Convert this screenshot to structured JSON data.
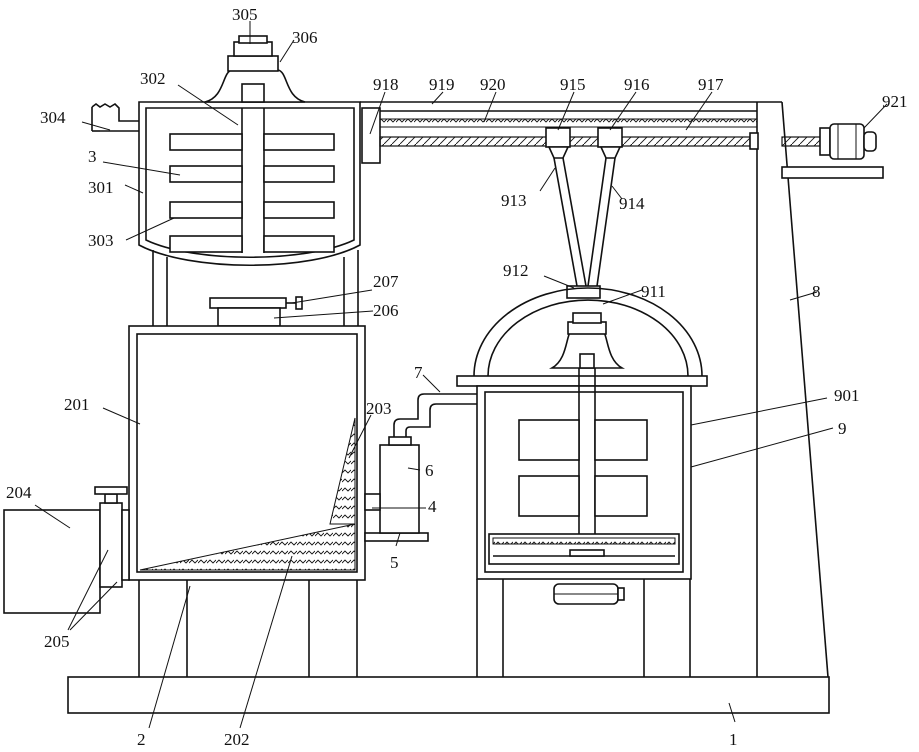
{
  "labels": {
    "l1": "1",
    "l2": "2",
    "l3": "3",
    "l4": "4",
    "l5": "5",
    "l6": "6",
    "l7": "7",
    "l8": "8",
    "l9": "9",
    "l201": "201",
    "l202": "202",
    "l203": "203",
    "l204": "204",
    "l205": "205",
    "l206": "206",
    "l207": "207",
    "l301": "301",
    "l302": "302",
    "l303": "303",
    "l304": "304",
    "l305": "305",
    "l306": "306",
    "l901": "901",
    "l911": "911",
    "l912": "912",
    "l913": "913",
    "l914": "914",
    "l915": "915",
    "l916": "916",
    "l917": "917",
    "l918": "918",
    "l919": "919",
    "l920": "920",
    "l921": "921"
  }
}
